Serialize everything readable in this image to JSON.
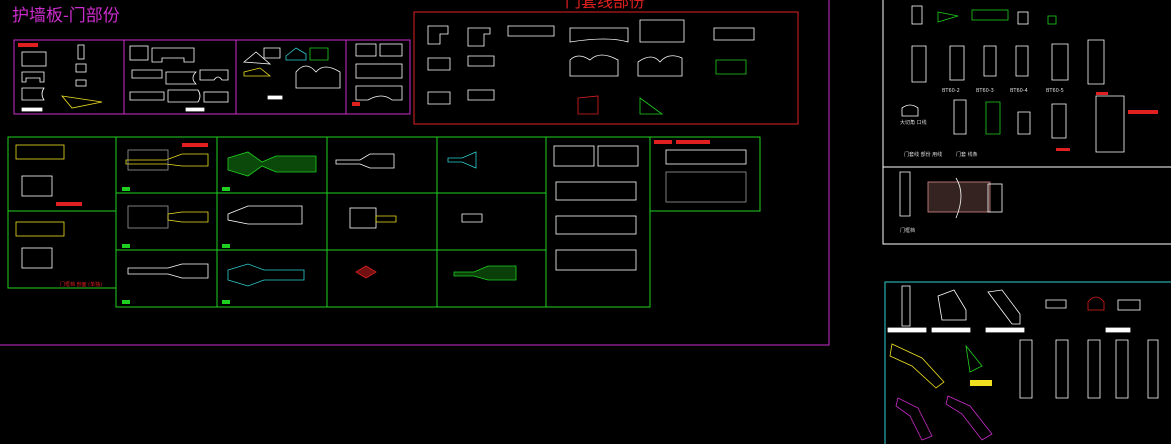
{
  "viewport": {
    "background": "#000000"
  },
  "colors": {
    "magenta": "#cc2ccc",
    "red": "#e02020",
    "green": "#20d020",
    "white": "#ffffff",
    "cyan": "#2ecfd0",
    "yellow": "#f0e020",
    "gray": "#9a9a9a",
    "pink": "#d58a88"
  },
  "panels": {
    "wall_panel_door": {
      "title": "护墙板-门部份"
    },
    "door_trim": {
      "title": "门套线部份"
    },
    "right_upper": {
      "captions": [
        "BT60-2",
        "BT60-3",
        "BT60-4",
        "BT60-5",
        "大切角 口线",
        "门套 线条",
        "门套线 部份 用线",
        "门框档"
      ]
    },
    "lower_left": {
      "caption": "门框档 剖面 (单独)"
    }
  }
}
